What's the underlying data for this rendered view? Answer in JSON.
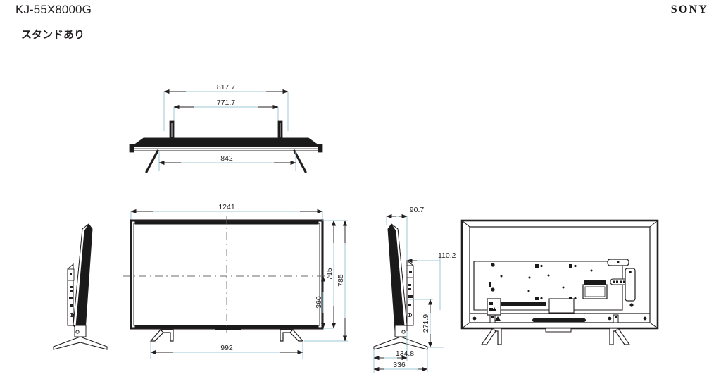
{
  "header": {
    "model": "KJ-55X8000G",
    "variant": "スタンドあり",
    "brand": "SONY"
  },
  "drawing": {
    "units_note": "",
    "views": [
      {
        "id": "top-view",
        "name": "top view"
      },
      {
        "id": "left-side-view",
        "name": "left side view"
      },
      {
        "id": "front-view",
        "name": "front view"
      },
      {
        "id": "right-side-view",
        "name": "right side view"
      },
      {
        "id": "rear-view",
        "name": "rear view"
      }
    ],
    "dimensions": {
      "top_outer_width": "817.7",
      "top_inner_width": "771.7",
      "top_foot_span": "842",
      "front_width": "1241",
      "front_panel_height": "715",
      "front_total_height": "785",
      "front_center_height": "360",
      "front_foot_span": "992",
      "side_panel_depth": "90.7",
      "side_upper_depth": "110.2",
      "side_stand_height": "271.9",
      "side_base_front": "134.8",
      "side_base_depth": "336"
    }
  },
  "colors": {
    "dimension_line": "#9fc9d6",
    "outline": "#231f20",
    "fill_dark": "#1a1a1a",
    "background": "#ffffff"
  }
}
